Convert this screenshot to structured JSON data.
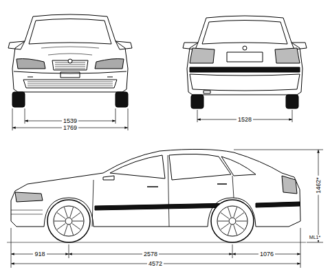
{
  "diagram": {
    "labels": [
      "1539",
      "1769",
      "1528",
      "1462*",
      "918",
      "2578",
      "1076",
      "4572",
      "ML1*"
    ]
  }
}
